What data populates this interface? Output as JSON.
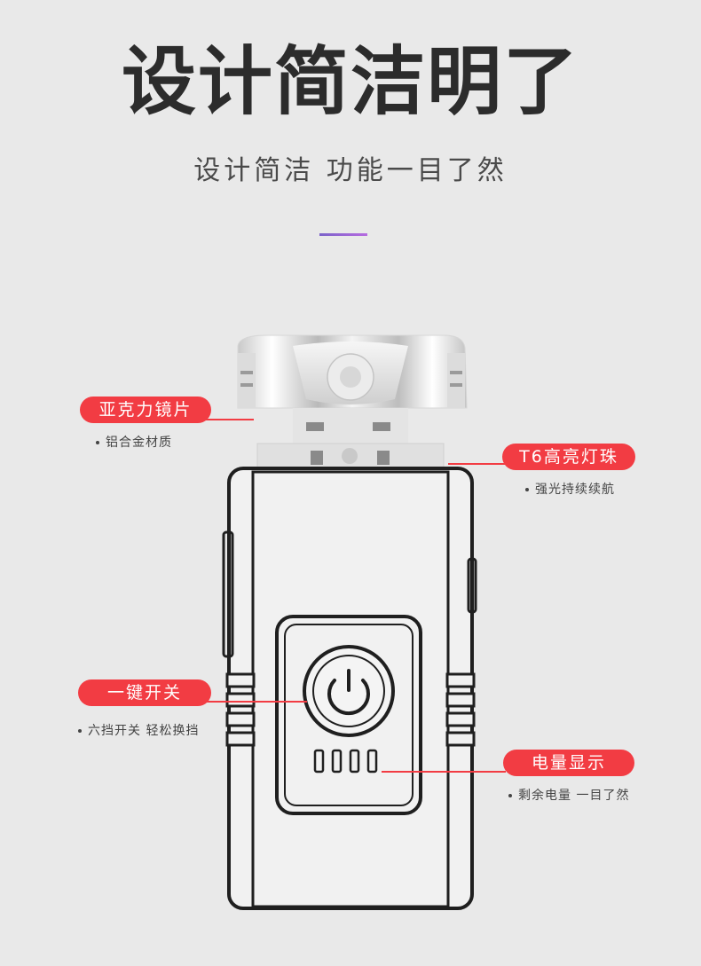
{
  "headline": "设计简洁明了",
  "subline": "设计简洁 功能一目了然",
  "accent_color": "#f23c43",
  "callouts": {
    "lens": {
      "label": "亚克力镜片",
      "note": "铝合金材质"
    },
    "bead": {
      "label": "T6高亮灯珠",
      "note": "强光持续续航"
    },
    "switch": {
      "label": "一键开关",
      "note": "六挡开关 轻松换挡"
    },
    "battery": {
      "label": "电量显示",
      "note": "剩余电量 一目了然"
    }
  },
  "device": {
    "power_icon": "power-icon",
    "battery_level_indicator_count": 4
  }
}
